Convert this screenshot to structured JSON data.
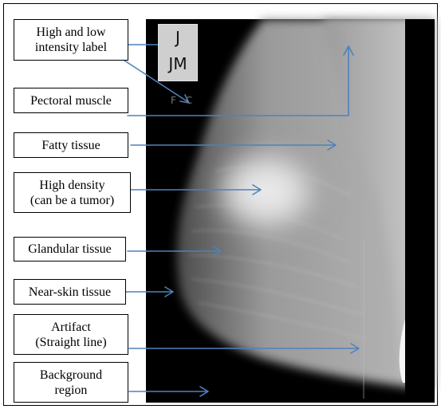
{
  "labels": {
    "intensity": "High and low\nintensity label",
    "pectoral": "Pectoral muscle",
    "fatty": "Fatty tissue",
    "high_density": "High density\n(can be a tumor)",
    "glandular": "Glandular tissue",
    "near_skin": "Near-skin tissue",
    "artifact": "Artifact\n(Straight line)",
    "background": "Background\nregion"
  },
  "image_marker": {
    "top_text": "J",
    "bottom_text": "JM",
    "corner_text": "F C"
  },
  "colors": {
    "arrow": "#4f81bd",
    "label_border": "#000000",
    "image_background": "#000000"
  }
}
